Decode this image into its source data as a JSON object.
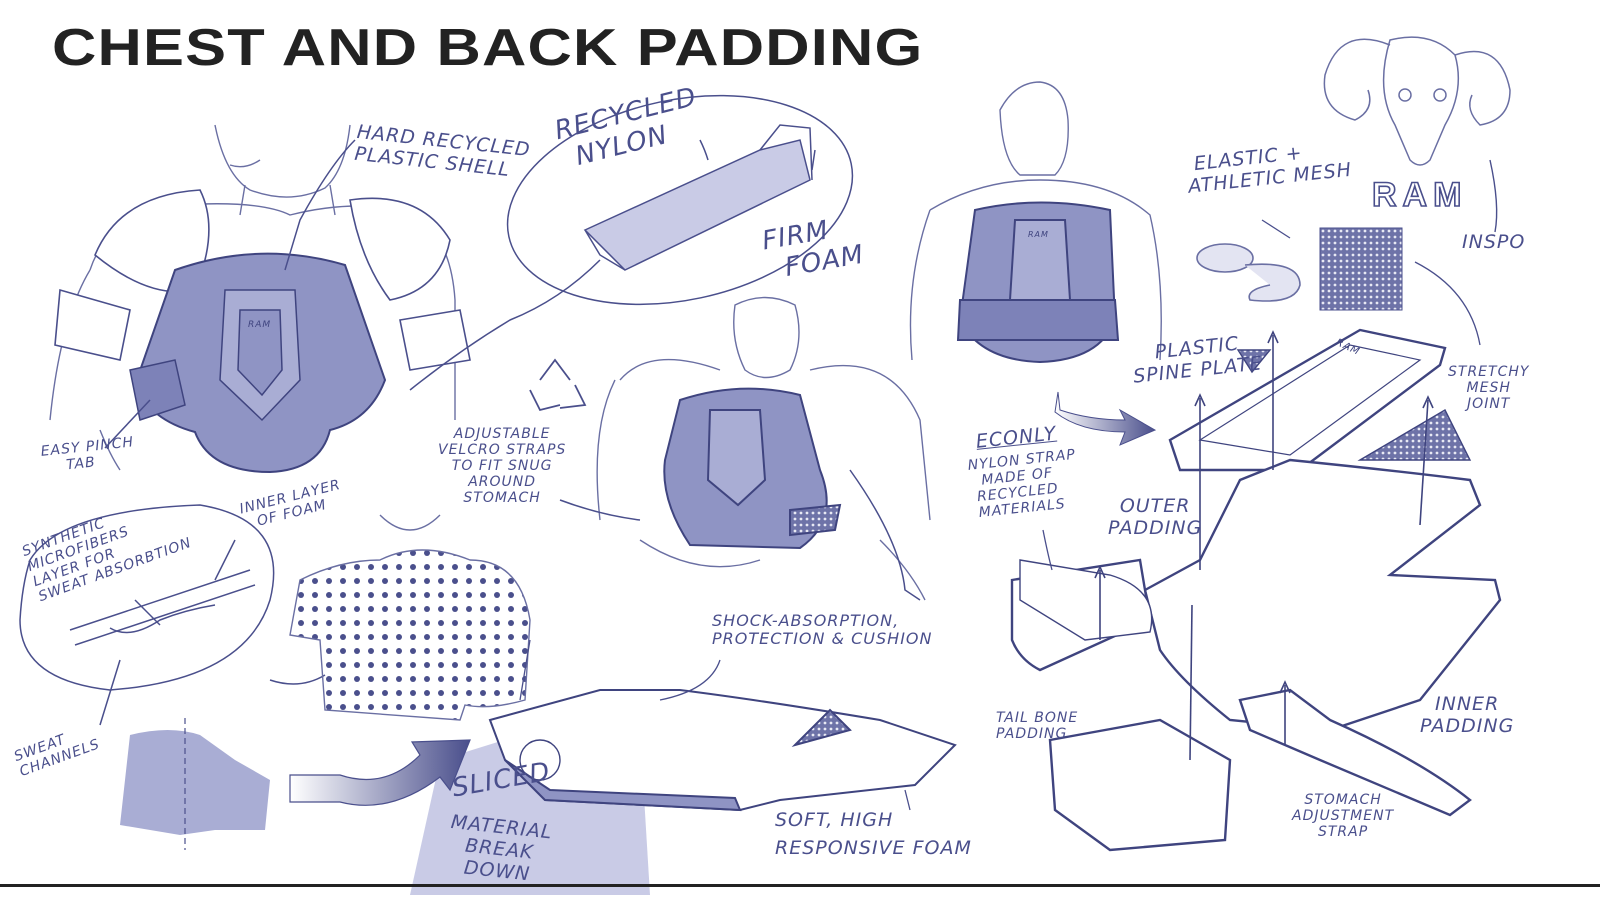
{
  "title": "CHEST AND BACK PADDING",
  "colors": {
    "ink": "#4a4f8c",
    "pad_fill": "#8f94c4",
    "title": "#222222"
  },
  "brand": {
    "mark": "RAM",
    "pad_stamp": "RAM"
  },
  "labels": {
    "hard_shell": [
      "HARD RECYCLED",
      "PLASTIC SHELL"
    ],
    "recycled_nylon": [
      "RECYCLED",
      "NYLON"
    ],
    "firm_foam": [
      "FIRM",
      "FOAM"
    ],
    "easy_pinch": [
      "EASY PINCH",
      "TAB"
    ],
    "adjustable_velcro": [
      "ADJUSTABLE",
      "VELCRO STRAPS",
      "TO FIT SNUG",
      "AROUND",
      "STOMACH"
    ],
    "inner_layer": [
      "INNER LAYER",
      "OF FOAM"
    ],
    "synthetic": [
      "SYNTHETIC",
      "MICROFIBERS",
      "LAYER FOR",
      "SWEAT ABSORBTION"
    ],
    "sweat_channels": [
      "SWEAT",
      "CHANNELS"
    ],
    "shock_absorption": [
      "SHOCK-ABSORPTION,",
      "PROTECTION & CUSHION"
    ],
    "sliced": "SLICED",
    "material_breakdown": [
      "MATERIAL",
      "BREAK",
      "DOWN"
    ],
    "soft_foam": [
      "SOFT, HIGH",
      "RESPONSIVE FOAM"
    ],
    "elastic_mesh": [
      "ELASTIC +",
      "ATHLETIC MESH"
    ],
    "inspo": "INSPO",
    "plastic_spine": [
      "PLASTIC",
      "SPINE PLATE"
    ],
    "stretchy_mesh": [
      "STRETCHY",
      "MESH",
      "JOINT"
    ],
    "econly": "ECONLY",
    "nylon_strap": [
      "NYLON STRAP",
      "MADE OF",
      "RECYCLED",
      "MATERIALS"
    ],
    "outer_padding": [
      "OUTER",
      "PADDING"
    ],
    "tail_bone": [
      "TAIL BONE",
      "PADDING"
    ],
    "inner_padding": [
      "INNER",
      "PADDING"
    ],
    "stomach_strap": [
      "STOMACH",
      "ADJUSTMENT",
      "STRAP"
    ]
  },
  "icons": [
    "recycle-icon",
    "ram-skull-icon",
    "mesh-swatch",
    "elastic-roll"
  ]
}
